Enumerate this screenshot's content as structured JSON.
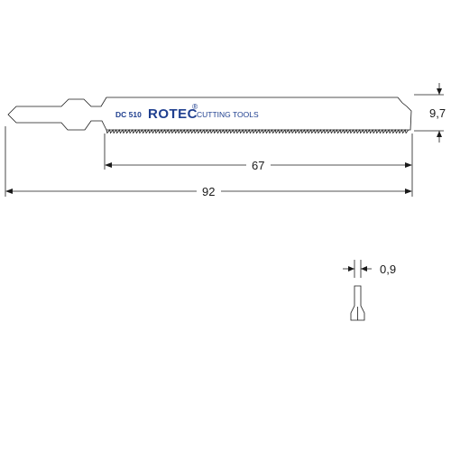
{
  "blade": {
    "code": "DC 510",
    "brand": "ROTEC",
    "registered": "®",
    "tagline": "CUTTING TOOLS",
    "brand_color": "#1f3f8f"
  },
  "dimensions": {
    "height": "9,7",
    "cutting_length": "67",
    "total_length": "92",
    "thickness": "0,9"
  },
  "colors": {
    "line": "#1a1a1a",
    "blade_fill": "#ffffff"
  }
}
